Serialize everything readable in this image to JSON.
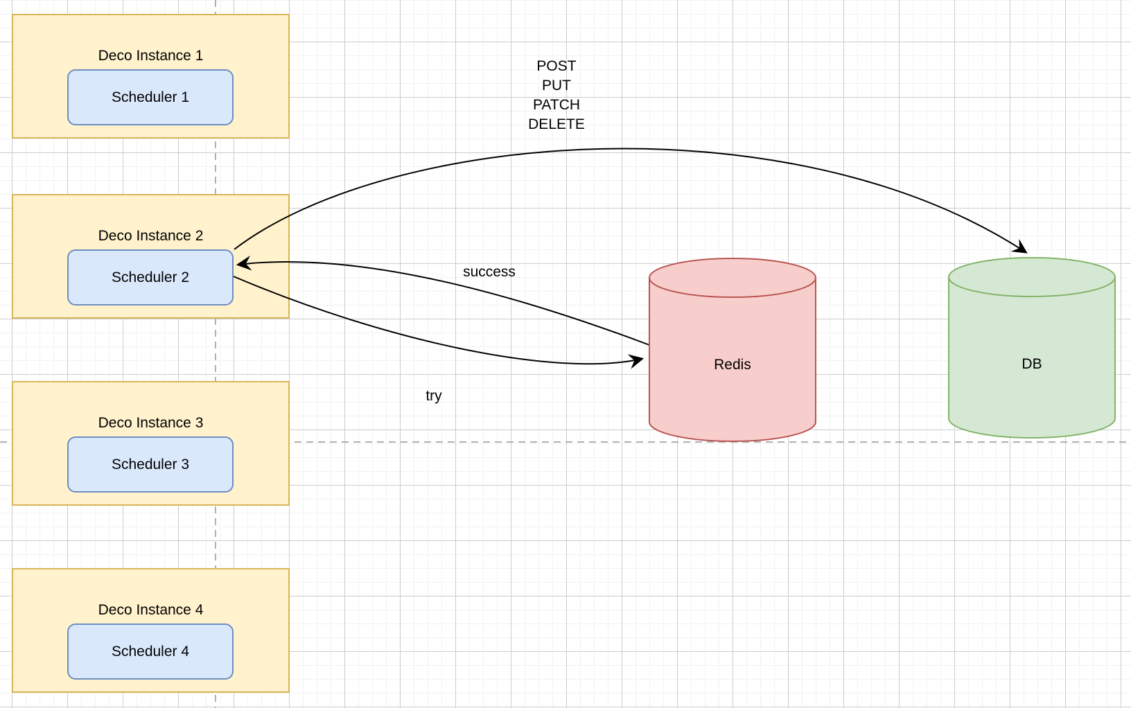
{
  "diagram": {
    "instances": [
      {
        "title": "Deco Instance 1",
        "scheduler_label": "Scheduler 1"
      },
      {
        "title": "Deco Instance 2",
        "scheduler_label": "Scheduler 2"
      },
      {
        "title": "Deco Instance 3",
        "scheduler_label": "Scheduler 3"
      },
      {
        "title": "Deco Instance 4",
        "scheduler_label": "Scheduler 4"
      }
    ],
    "datastores": [
      {
        "label": "Redis",
        "fill": "#F8CECC",
        "stroke": "#B85450"
      },
      {
        "label": "DB",
        "fill": "#D5E8D4",
        "stroke": "#82B366"
      }
    ],
    "edges": {
      "methods": {
        "lines": [
          "POST",
          "PUT",
          "PATCH",
          "DELETE"
        ]
      },
      "success": {
        "label": "success"
      },
      "retry": {
        "label": "try"
      }
    },
    "palette": {
      "instance_fill": "#FFF2CC",
      "instance_stroke": "#D6B656",
      "scheduler_fill": "#DAE8FC",
      "scheduler_stroke": "#6C8EBF",
      "edge_stroke": "#000000",
      "guide_color": "#B0B0B0",
      "grid_minor": "#F2F2F2",
      "grid_major": "#CCCCCC"
    }
  }
}
